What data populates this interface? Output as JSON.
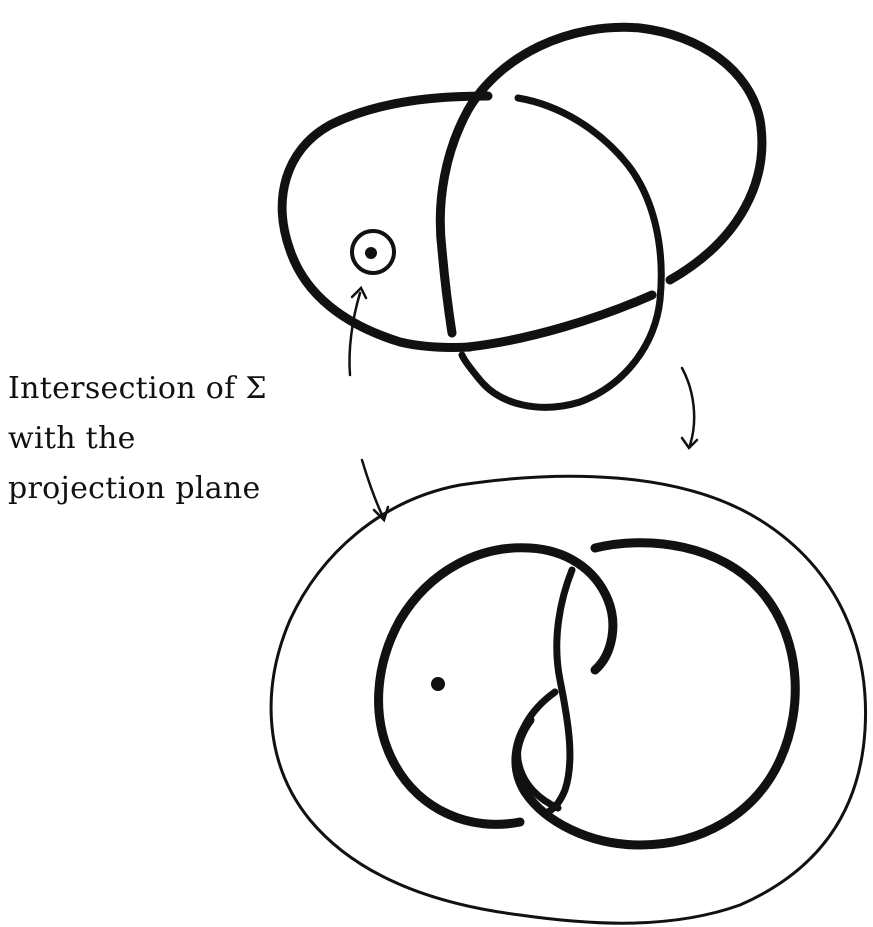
{
  "caption": {
    "line1": "Intersection of Σ",
    "line2": "with the",
    "line3": "projection plane"
  },
  "colors": {
    "ink": "#111111",
    "paper": "#ffffff"
  }
}
